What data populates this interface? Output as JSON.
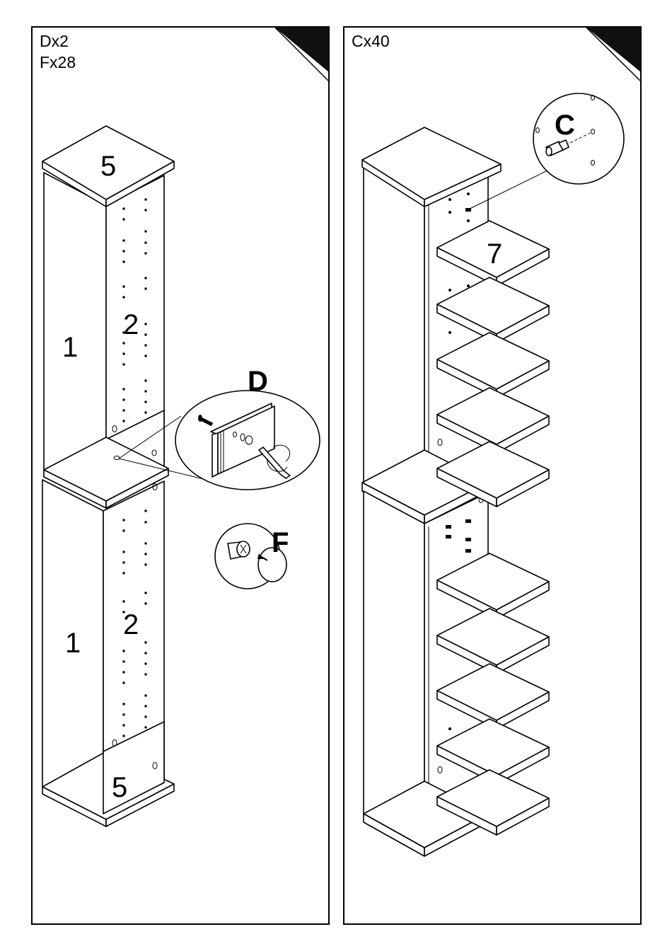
{
  "panels": [
    {
      "header_lines": [
        "Dx2",
        "Fx28"
      ],
      "part_labels": {
        "top_panel": "5",
        "upper_back": "2",
        "upper_side": "1",
        "lower_back": "2",
        "lower_side": "1",
        "bottom_panel": "5"
      },
      "callouts": {
        "screw": "D",
        "cam": "F"
      }
    },
    {
      "header_lines": [
        "Cx40"
      ],
      "part_labels": {
        "shelf": "7"
      },
      "callouts": {
        "pin": "C"
      }
    }
  ]
}
